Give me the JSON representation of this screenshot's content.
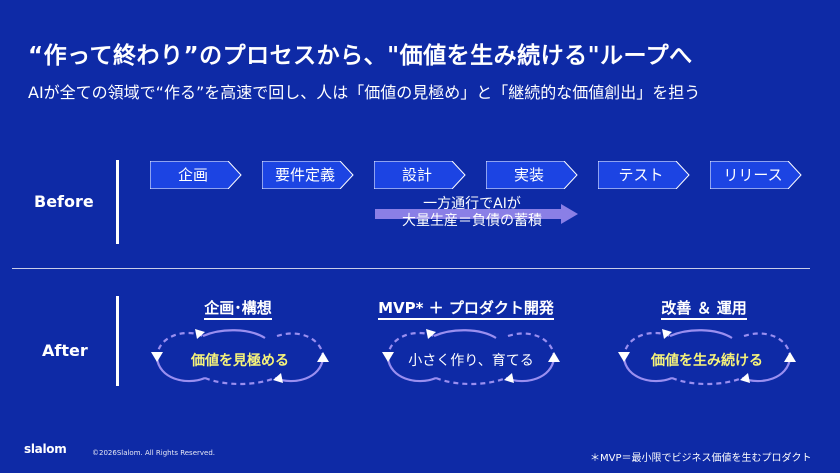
{
  "slide": {
    "title": "“作って終わり”のプロセスから、\"価値を生み続ける\"ループへ",
    "subtitle": "AIが全ての領域で“作る”を高速で回し、人は「価値の見極め」と「継続的な価値創出」を担う"
  },
  "before": {
    "label": "Before",
    "steps": [
      "企画",
      "要件定義",
      "設計",
      "実装",
      "テスト",
      "リリース"
    ],
    "flow_text_line1": "一方通行でAIが",
    "flow_text_line2": "大量生産＝負債の蓄積"
  },
  "after": {
    "label": "After",
    "phases": [
      {
        "heading": "企画･構想",
        "loop_text": "価値を見極める"
      },
      {
        "heading": "MVP* ＋ プロダクト開発",
        "loop_text": "小さく作り、育てる"
      },
      {
        "heading": "改善 ＆ 運用",
        "loop_text": "価値を生み続ける"
      }
    ]
  },
  "footer": {
    "logo": "slalom",
    "copyright": "©2026Slalom. All Rights Reserved.",
    "footnote": "＊MVP＝最小限でビジネス価値を生むプロダクト"
  },
  "colors": {
    "background": "#0e2aa6",
    "step_fill": "#1c44e3",
    "flow_arrow": "#8a7fe6",
    "loop_stroke": "#9a8ff0",
    "highlight_text": "#f6f37a"
  }
}
